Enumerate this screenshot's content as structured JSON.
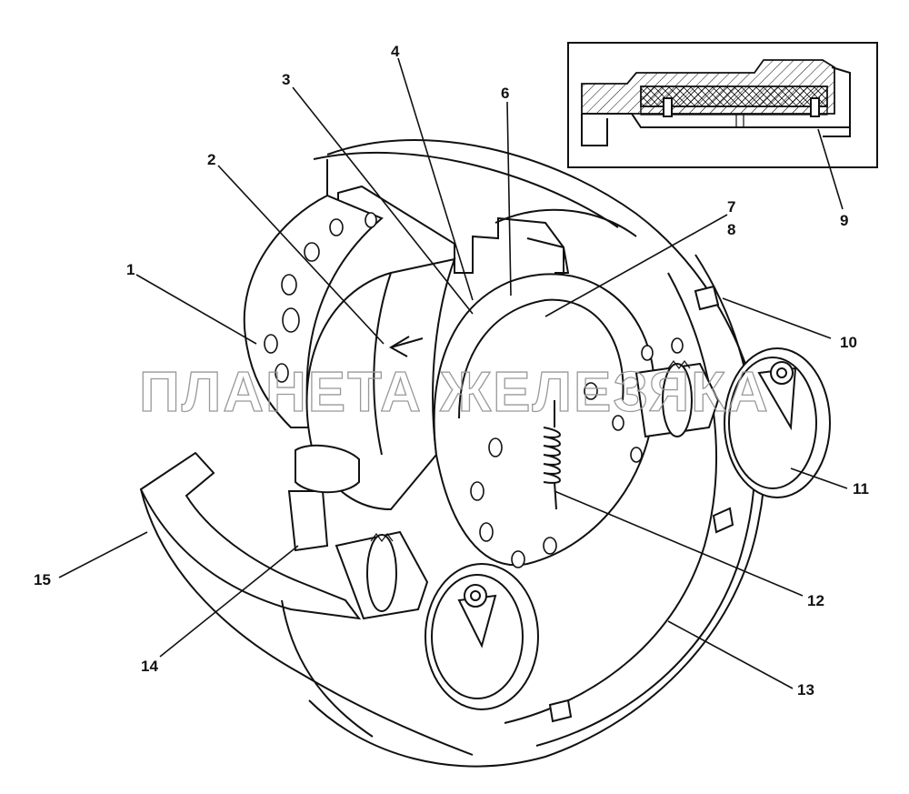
{
  "watermark": "ПЛАНЕТА ЖЕЛЕЗЯКА",
  "callouts": [
    {
      "id": "1",
      "text": "1"
    },
    {
      "id": "2",
      "text": "2"
    },
    {
      "id": "3",
      "text": "3"
    },
    {
      "id": "4",
      "text": "4"
    },
    {
      "id": "6",
      "text": "6"
    },
    {
      "id": "7",
      "text": "7"
    },
    {
      "id": "8",
      "text": "8"
    },
    {
      "id": "9",
      "text": "9"
    },
    {
      "id": "10",
      "text": "10"
    },
    {
      "id": "11",
      "text": "11"
    },
    {
      "id": "12",
      "text": "12"
    },
    {
      "id": "13",
      "text": "13"
    },
    {
      "id": "14",
      "text": "14"
    },
    {
      "id": "15",
      "text": "15"
    }
  ]
}
